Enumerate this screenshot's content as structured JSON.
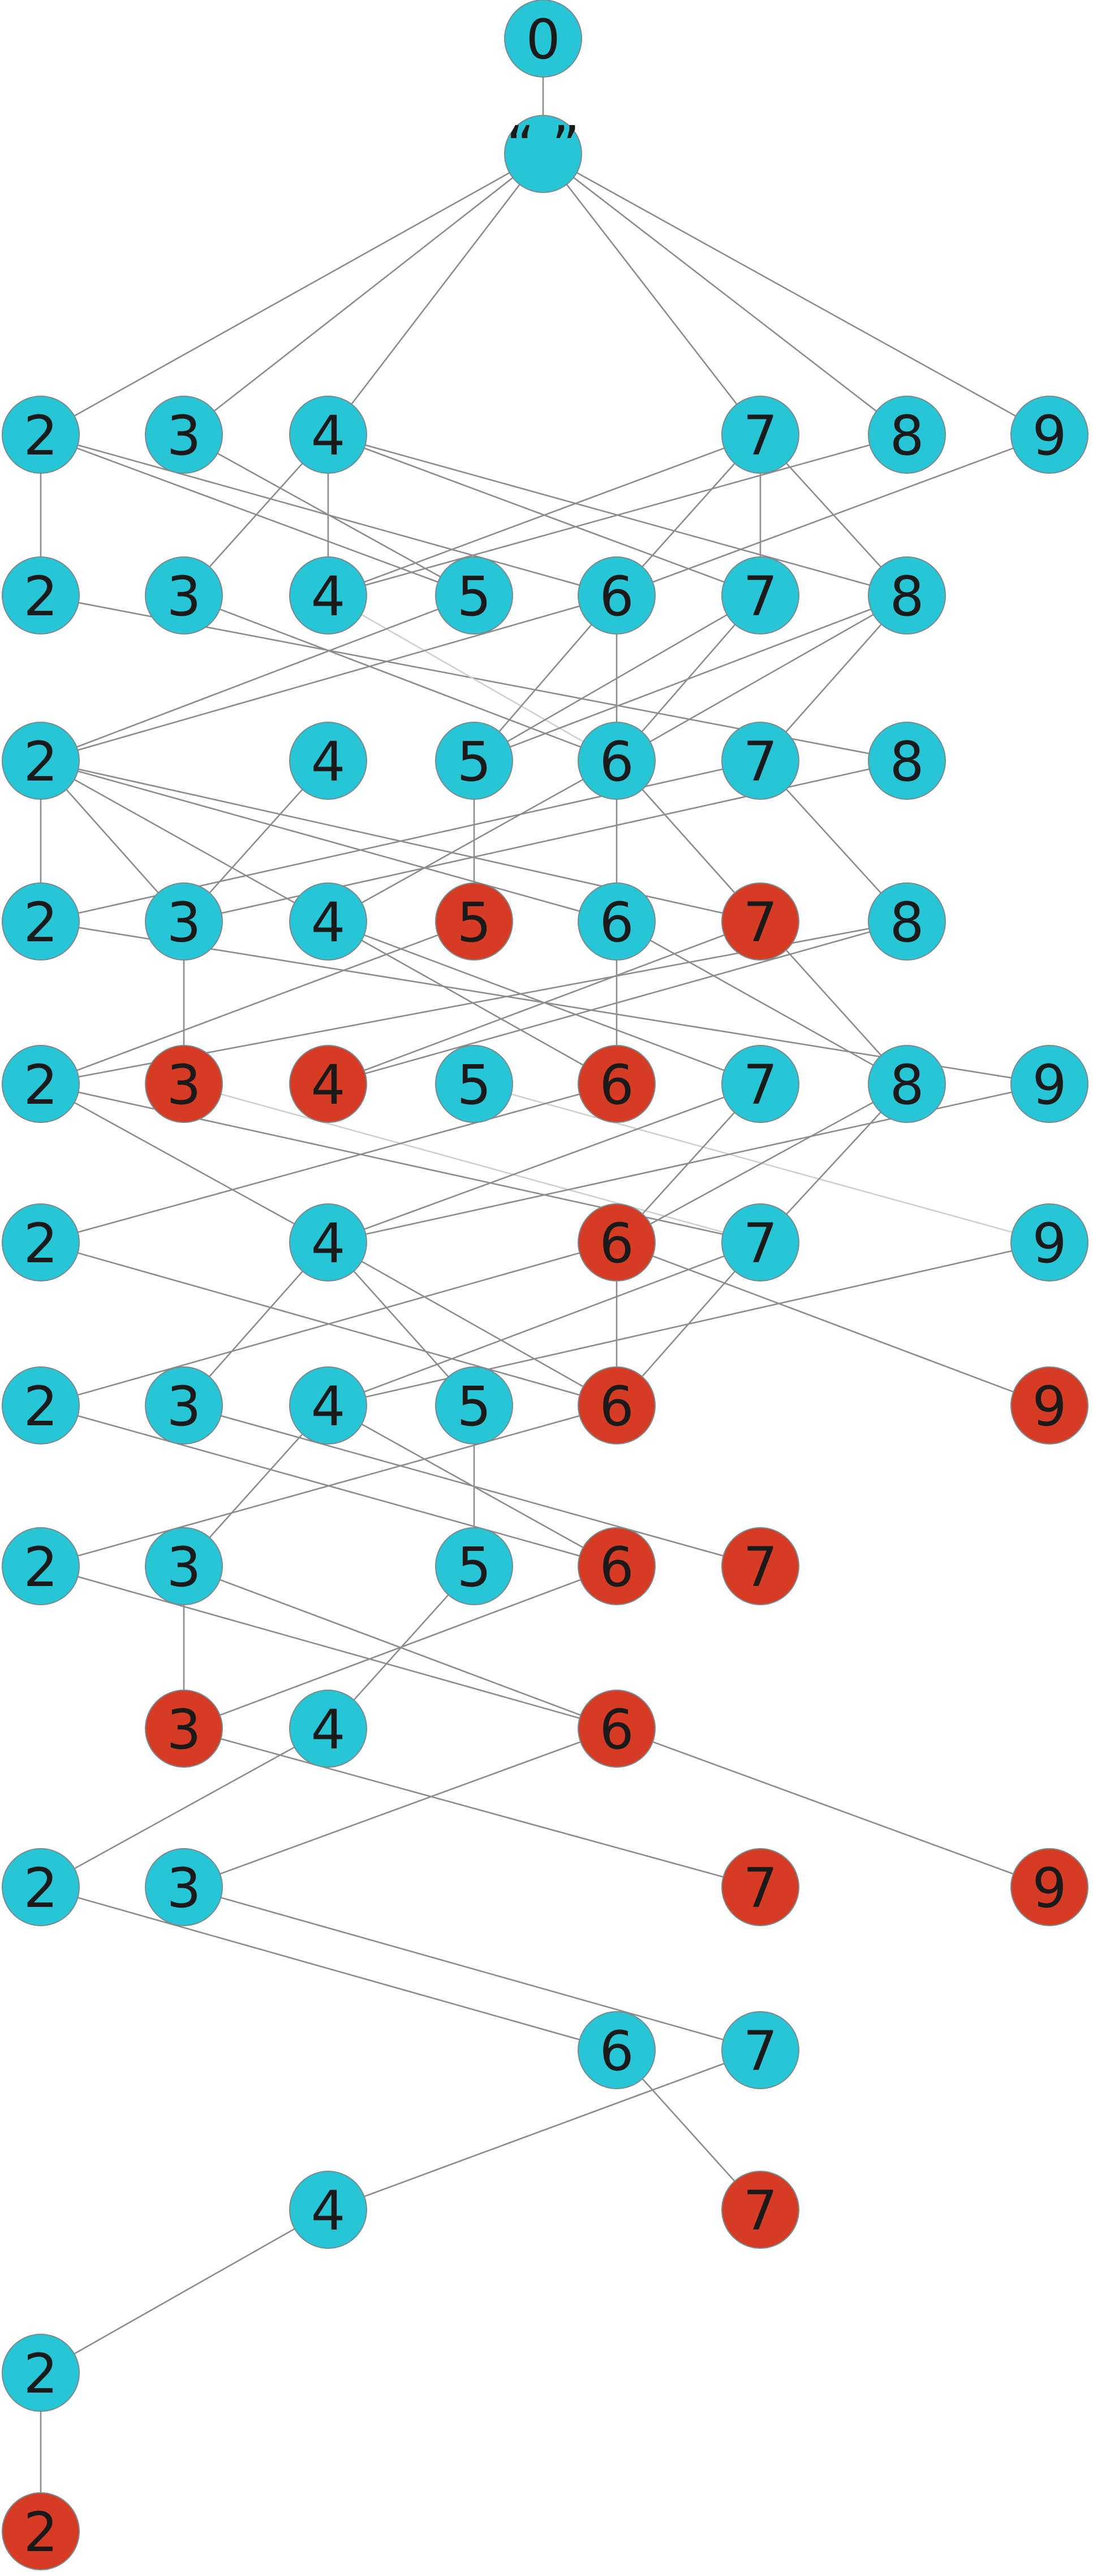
{
  "colors": {
    "normal": "#26c6d6",
    "terminal": "#d63c24",
    "stroke": "#7a8a8e",
    "edge": "#8c8c8c"
  },
  "nodes": [
    {
      "id": "root",
      "label": "0",
      "type": "normal"
    },
    {
      "id": "q",
      "label": "“ ”",
      "type": "normal"
    },
    {
      "id": "a2",
      "label": "2",
      "type": "normal"
    },
    {
      "id": "a3",
      "label": "3",
      "type": "normal"
    },
    {
      "id": "a4",
      "label": "4",
      "type": "normal"
    },
    {
      "id": "a7",
      "label": "7",
      "type": "normal"
    },
    {
      "id": "a8",
      "label": "8",
      "type": "normal"
    },
    {
      "id": "a9",
      "label": "9",
      "type": "normal"
    },
    {
      "id": "b2",
      "label": "2",
      "type": "normal"
    },
    {
      "id": "b3",
      "label": "3",
      "type": "normal"
    },
    {
      "id": "b4",
      "label": "4",
      "type": "normal"
    },
    {
      "id": "b5",
      "label": "5",
      "type": "normal"
    },
    {
      "id": "b6",
      "label": "6",
      "type": "normal"
    },
    {
      "id": "b7",
      "label": "7",
      "type": "normal"
    },
    {
      "id": "b8",
      "label": "8",
      "type": "normal"
    },
    {
      "id": "c2",
      "label": "2",
      "type": "normal"
    },
    {
      "id": "c4",
      "label": "4",
      "type": "normal"
    },
    {
      "id": "c5",
      "label": "5",
      "type": "normal"
    },
    {
      "id": "c6",
      "label": "6",
      "type": "normal"
    },
    {
      "id": "c7",
      "label": "7",
      "type": "normal"
    },
    {
      "id": "c8",
      "label": "8",
      "type": "normal"
    },
    {
      "id": "d2",
      "label": "2",
      "type": "normal"
    },
    {
      "id": "d3",
      "label": "3",
      "type": "normal"
    },
    {
      "id": "d4",
      "label": "4",
      "type": "normal"
    },
    {
      "id": "d5",
      "label": "5",
      "type": "terminal"
    },
    {
      "id": "d6",
      "label": "6",
      "type": "normal"
    },
    {
      "id": "d7",
      "label": "7",
      "type": "terminal"
    },
    {
      "id": "d8",
      "label": "8",
      "type": "normal"
    },
    {
      "id": "e2",
      "label": "2",
      "type": "normal"
    },
    {
      "id": "e3",
      "label": "3",
      "type": "terminal"
    },
    {
      "id": "e4",
      "label": "4",
      "type": "terminal"
    },
    {
      "id": "e5",
      "label": "5",
      "type": "normal"
    },
    {
      "id": "e6",
      "label": "6",
      "type": "terminal"
    },
    {
      "id": "e7",
      "label": "7",
      "type": "normal"
    },
    {
      "id": "e8",
      "label": "8",
      "type": "normal"
    },
    {
      "id": "e9",
      "label": "9",
      "type": "normal"
    },
    {
      "id": "f2",
      "label": "2",
      "type": "normal"
    },
    {
      "id": "f4",
      "label": "4",
      "type": "normal"
    },
    {
      "id": "f6",
      "label": "6",
      "type": "terminal"
    },
    {
      "id": "f7",
      "label": "7",
      "type": "normal"
    },
    {
      "id": "f9",
      "label": "9",
      "type": "normal"
    },
    {
      "id": "g2",
      "label": "2",
      "type": "normal"
    },
    {
      "id": "g3",
      "label": "3",
      "type": "normal"
    },
    {
      "id": "g4",
      "label": "4",
      "type": "normal"
    },
    {
      "id": "g5",
      "label": "5",
      "type": "normal"
    },
    {
      "id": "g6",
      "label": "6",
      "type": "terminal"
    },
    {
      "id": "g9",
      "label": "9",
      "type": "terminal"
    },
    {
      "id": "h2",
      "label": "2",
      "type": "normal"
    },
    {
      "id": "h3",
      "label": "3",
      "type": "normal"
    },
    {
      "id": "h5",
      "label": "5",
      "type": "normal"
    },
    {
      "id": "h6",
      "label": "6",
      "type": "terminal"
    },
    {
      "id": "h7",
      "label": "7",
      "type": "terminal"
    },
    {
      "id": "i3",
      "label": "3",
      "type": "terminal"
    },
    {
      "id": "i4",
      "label": "4",
      "type": "normal"
    },
    {
      "id": "i6",
      "label": "6",
      "type": "terminal"
    },
    {
      "id": "j2",
      "label": "2",
      "type": "normal"
    },
    {
      "id": "j3",
      "label": "3",
      "type": "normal"
    },
    {
      "id": "j7",
      "label": "7",
      "type": "terminal"
    },
    {
      "id": "j9",
      "label": "9",
      "type": "terminal"
    },
    {
      "id": "k6",
      "label": "6",
      "type": "normal"
    },
    {
      "id": "k7",
      "label": "7",
      "type": "normal"
    },
    {
      "id": "l4",
      "label": "4",
      "type": "normal"
    },
    {
      "id": "l7",
      "label": "7",
      "type": "terminal"
    },
    {
      "id": "m2",
      "label": "2",
      "type": "normal"
    },
    {
      "id": "n2",
      "label": "2",
      "type": "terminal"
    }
  ],
  "edges": [
    [
      "root",
      "q"
    ],
    [
      "q",
      "a2"
    ],
    [
      "q",
      "a3"
    ],
    [
      "q",
      "a4"
    ],
    [
      "q",
      "a7"
    ],
    [
      "q",
      "a8"
    ],
    [
      "q",
      "a9"
    ],
    [
      "a2",
      "b2"
    ],
    [
      "a2",
      "b5"
    ],
    [
      "a2",
      "b6"
    ],
    [
      "a3",
      "b5"
    ],
    [
      "a4",
      "b3"
    ],
    [
      "a4",
      "b4"
    ],
    [
      "a4",
      "b7"
    ],
    [
      "a4",
      "b8"
    ],
    [
      "a7",
      "b4"
    ],
    [
      "a7",
      "b6"
    ],
    [
      "a7",
      "b7"
    ],
    [
      "a7",
      "b8"
    ],
    [
      "a8",
      "b4"
    ],
    [
      "a9",
      "b6"
    ],
    [
      "b2",
      "c8"
    ],
    [
      "b3",
      "c6"
    ],
    [
      "b4",
      "c6",
      true
    ],
    [
      "b5",
      "c2"
    ],
    [
      "b6",
      "c2"
    ],
    [
      "b6",
      "c5"
    ],
    [
      "b6",
      "c6"
    ],
    [
      "b7",
      "c6"
    ],
    [
      "b7",
      "c5"
    ],
    [
      "b8",
      "c5"
    ],
    [
      "b8",
      "c6"
    ],
    [
      "b8",
      "c7"
    ],
    [
      "c2",
      "d2"
    ],
    [
      "c2",
      "d3"
    ],
    [
      "c2",
      "d4"
    ],
    [
      "c2",
      "d6"
    ],
    [
      "c2",
      "d7"
    ],
    [
      "c4",
      "d3"
    ],
    [
      "c5",
      "d5"
    ],
    [
      "c6",
      "d4"
    ],
    [
      "c6",
      "d6"
    ],
    [
      "c6",
      "d7"
    ],
    [
      "c7",
      "d2"
    ],
    [
      "c7",
      "d8"
    ],
    [
      "c8",
      "d3"
    ],
    [
      "d2",
      "e9"
    ],
    [
      "d3",
      "e3"
    ],
    [
      "d4",
      "e6"
    ],
    [
      "d4",
      "e7"
    ],
    [
      "d5",
      "e2"
    ],
    [
      "d6",
      "e6"
    ],
    [
      "d6",
      "e8"
    ],
    [
      "d7",
      "e8"
    ],
    [
      "d7",
      "e4"
    ],
    [
      "d8",
      "e2"
    ],
    [
      "d8",
      "e4"
    ],
    [
      "e2",
      "f4"
    ],
    [
      "e2",
      "f7"
    ],
    [
      "e3",
      "f7",
      true
    ],
    [
      "e5",
      "f9",
      true
    ],
    [
      "e6",
      "f2"
    ],
    [
      "e7",
      "f4"
    ],
    [
      "e7",
      "f6"
    ],
    [
      "e8",
      "f6"
    ],
    [
      "e8",
      "f7"
    ],
    [
      "e9",
      "f4"
    ],
    [
      "f2",
      "g6"
    ],
    [
      "f4",
      "g3"
    ],
    [
      "f4",
      "g5"
    ],
    [
      "f4",
      "g6"
    ],
    [
      "f6",
      "g2"
    ],
    [
      "f6",
      "g6"
    ],
    [
      "f6",
      "g9"
    ],
    [
      "f7",
      "g4"
    ],
    [
      "f7",
      "g6"
    ],
    [
      "f9",
      "g4"
    ],
    [
      "g2",
      "h6"
    ],
    [
      "g3",
      "h7"
    ],
    [
      "g4",
      "h3"
    ],
    [
      "g4",
      "h6"
    ],
    [
      "g5",
      "h5"
    ],
    [
      "g6",
      "h2"
    ],
    [
      "h2",
      "i6"
    ],
    [
      "h3",
      "i3"
    ],
    [
      "h3",
      "i6"
    ],
    [
      "h5",
      "i4"
    ],
    [
      "h6",
      "i3"
    ],
    [
      "i3",
      "j7"
    ],
    [
      "i4",
      "j2"
    ],
    [
      "i6",
      "j3"
    ],
    [
      "i6",
      "j9"
    ],
    [
      "j2",
      "k6"
    ],
    [
      "j3",
      "k7"
    ],
    [
      "k6",
      "l7"
    ],
    [
      "k7",
      "l4"
    ],
    [
      "l4",
      "m2"
    ],
    [
      "m2",
      "n2"
    ]
  ]
}
